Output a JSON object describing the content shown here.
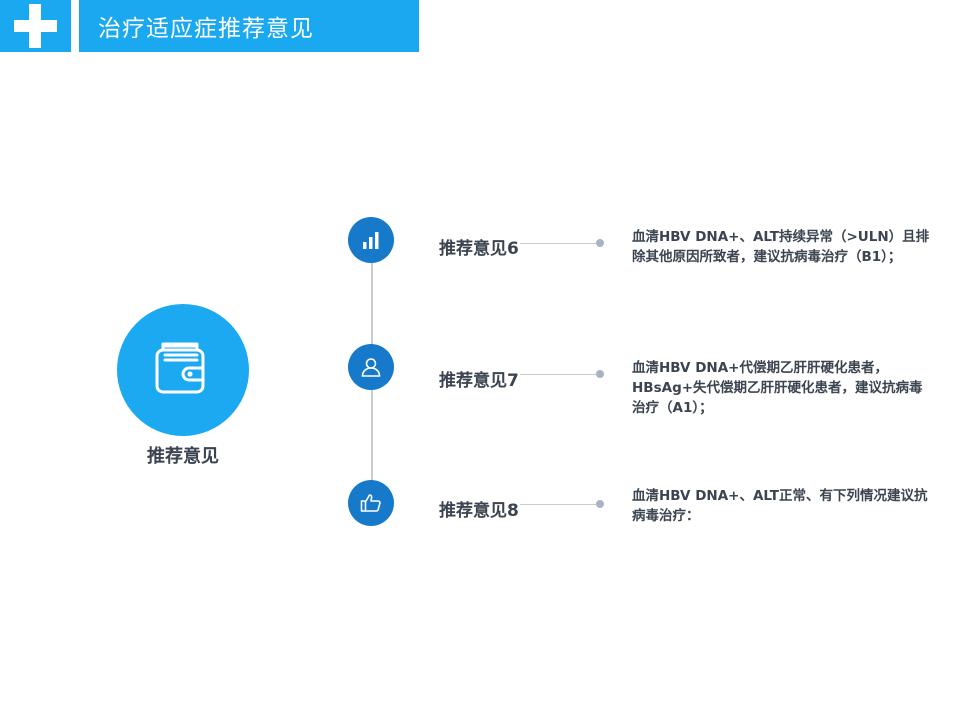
{
  "header": {
    "title": "治疗适应症推荐意见",
    "icon": "plus-icon"
  },
  "colors": {
    "accent": "#1aa8f0",
    "node": "#1679c9",
    "text": "#3b4450",
    "line": "#c7ccd3"
  },
  "main": {
    "label": "推荐意见",
    "icon": "wallet-icon"
  },
  "items": [
    {
      "label": "推荐意见6",
      "icon": "bar-chart-icon",
      "desc": "血清HBV DNA+、ALT持续异常（>ULN）且排除其他原因所致者，建议抗病毒治疗（B1）；"
    },
    {
      "label": "推荐意见7",
      "icon": "user-icon",
      "desc": "血清HBV DNA+代偿期乙肝肝硬化患者，HBsAg+失代偿期乙肝肝硬化患者，建议抗病毒治疗（A1）；"
    },
    {
      "label": "推荐意见8",
      "icon": "thumbs-up-icon",
      "desc": "血清HBV DNA+、ALT正常、有下列情况建议抗病毒治疗："
    }
  ]
}
